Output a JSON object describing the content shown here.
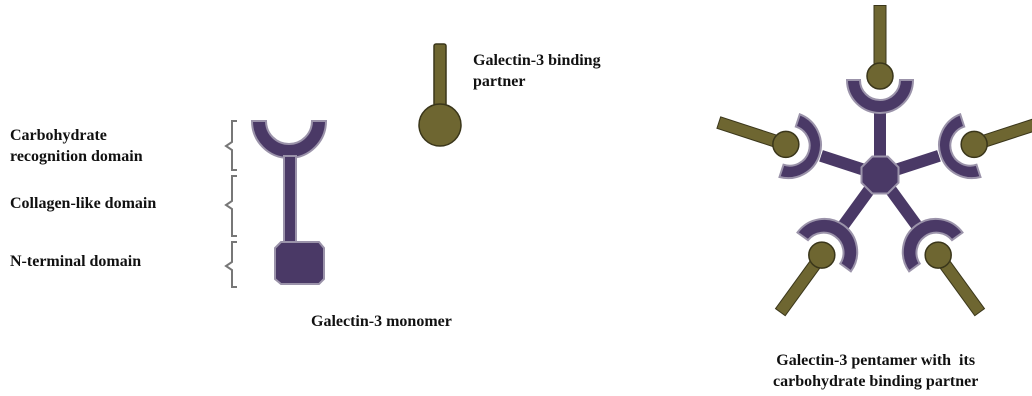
{
  "labels": {
    "carbohydrate_line1": "Carbohydrate",
    "carbohydrate_line2": "recognition domain",
    "collagen": "Collagen-like domain",
    "n_terminal": "N-terminal domain",
    "partner_line1": "Galectin-3 binding",
    "partner_line2": "partner",
    "monomer": "Galectin-3 monomer",
    "pentamer_line1": "Galectin-3 pentamer with  its",
    "pentamer_line2": "carbohydrate binding partner"
  },
  "colors": {
    "protein": "#4a3966",
    "protein_outline": "#9b93aa",
    "partner": "#6e6631",
    "partner_outline": "#3a361a",
    "bracket": "#777777",
    "text": "#111111"
  }
}
